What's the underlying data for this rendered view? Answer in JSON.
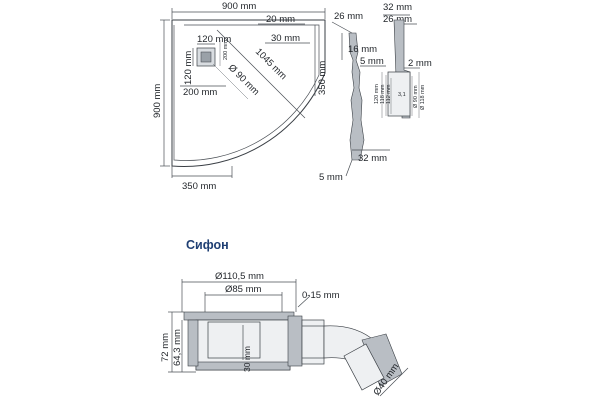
{
  "plan": {
    "width": "900 mm",
    "height": "900 mm",
    "edge_top": "20 mm",
    "edge_side": "30 mm",
    "drain_offset": "350 mm",
    "drain_size_h": "120 mm",
    "drain_size_v": "120 mm",
    "drain_small": "200 mm",
    "drain_pos": "200 mm",
    "diagonal": "1045 mm",
    "diameter": "Ø 90 mm",
    "bottom": "350 mm"
  },
  "profile": {
    "height_total": "26 mm",
    "step_a": "16 mm",
    "step_b": "5 mm",
    "bottom_width": "32 mm",
    "bottom_height": "5 mm"
  },
  "detail": {
    "top_a": "32 mm",
    "top_b": "26 mm",
    "right": "2 mm",
    "left_a": "120 mm",
    "left_b": "118 mm",
    "left_c": "112 mm",
    "inner": "3,1",
    "inner_d": "Ø 90 mm",
    "outer_d": "Ø 118 mm"
  },
  "siphon": {
    "title": "Сифон",
    "d_outer": "Ø110,5 mm",
    "d_inner": "Ø85 mm",
    "adjust": "0-15 mm",
    "height_total": "72 mm",
    "height_body": "64,3 mm",
    "depth": "30 mm",
    "outlet": "Ø40 mm"
  }
}
